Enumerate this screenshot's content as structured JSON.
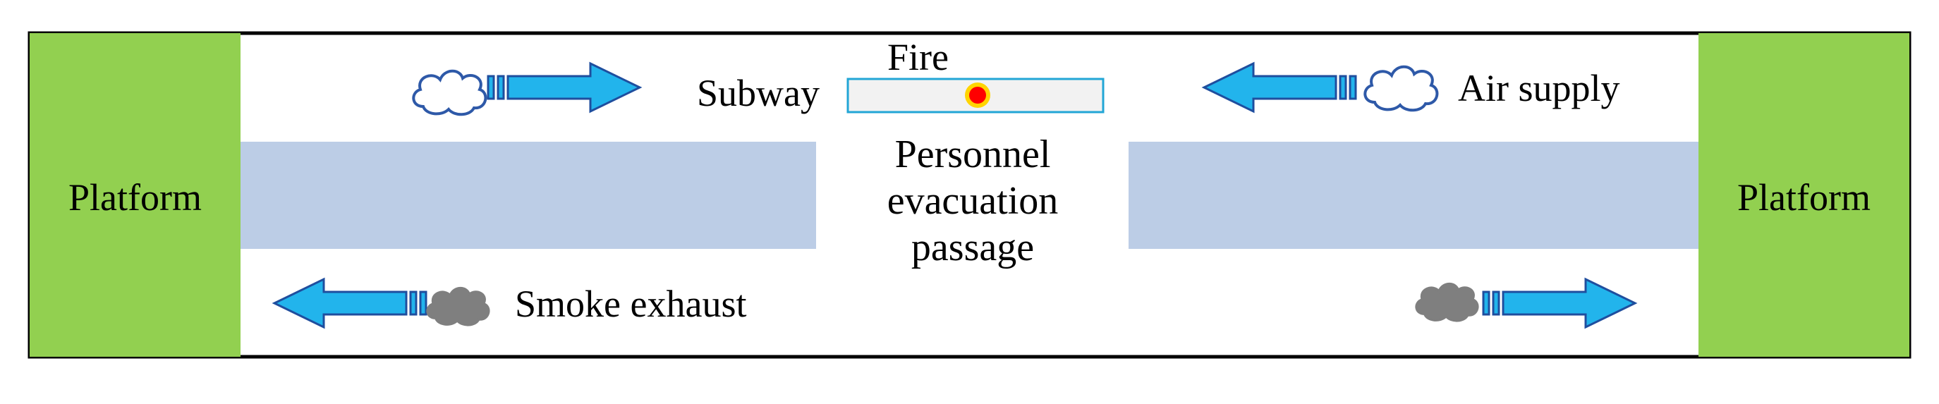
{
  "labels": {
    "platform_left": "Platform",
    "platform_right": "Platform",
    "fire": "Fire",
    "subway": "Subway",
    "air_supply": "Air supply",
    "passage_line1": "Personnel",
    "passage_line2": "evacuation",
    "passage_line3": "passage",
    "smoke_exhaust": "Smoke exhaust"
  },
  "colors": {
    "platform": "#92d050",
    "track": "#bccde6",
    "arrow_fill": "#22b4ec",
    "arrow_stroke": "#1f4e9e",
    "cloud_air": "#ffffff",
    "cloud_air_stroke": "#2e59a8",
    "cloud_smoke": "#7f7f7f",
    "fire_outer": "#ffd400",
    "fire_inner": "#ff0000",
    "subway_car": "#f2f2f2",
    "subway_car_stroke": "#22a6d6",
    "frame": "#000000"
  },
  "icons": {
    "supply_cloud": "air-cloud-icon",
    "smoke_cloud": "smoke-cloud-icon",
    "flow_arrow": "flow-arrow-icon",
    "fire": "fire-icon"
  }
}
